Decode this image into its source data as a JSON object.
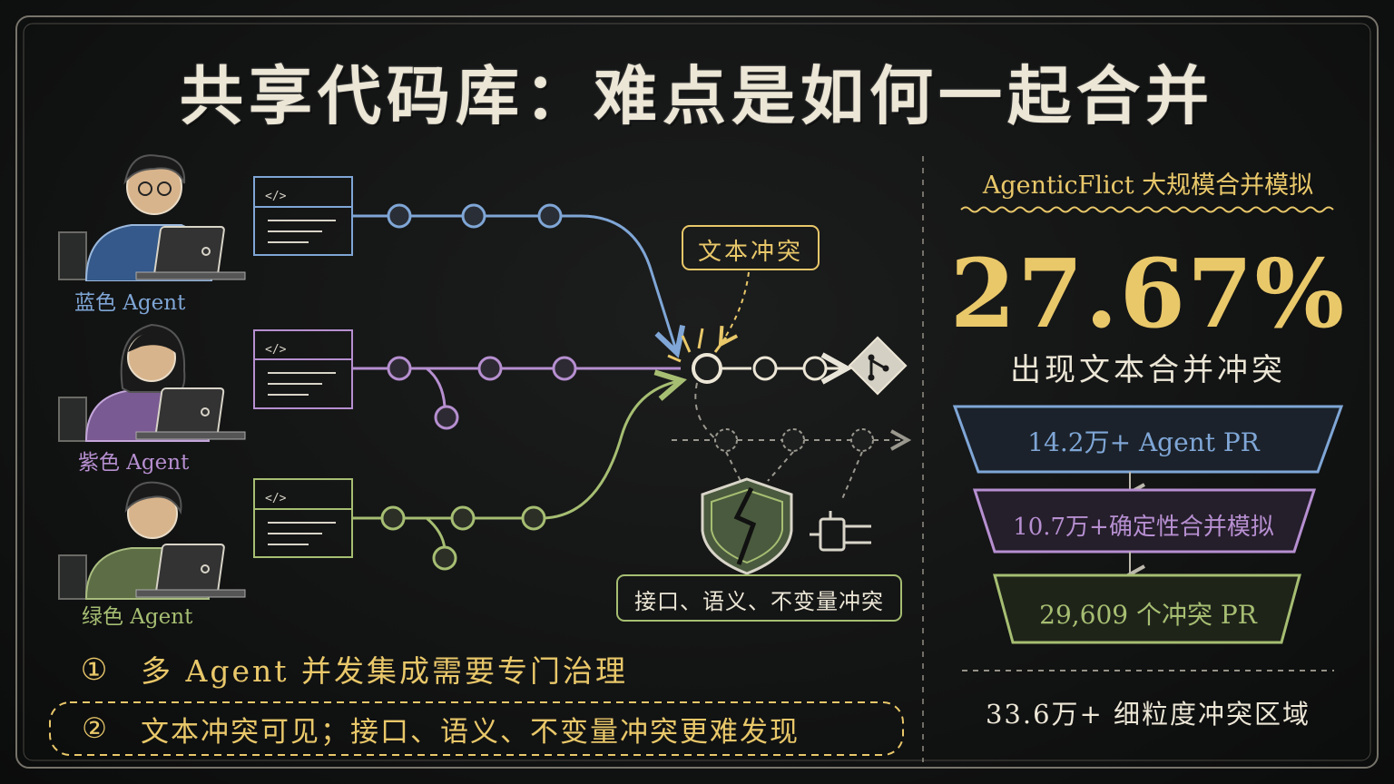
{
  "title": "共享代码库：难点是如何一起合并",
  "agents": [
    {
      "label": "蓝色 Agent",
      "color": "#7fa6d6"
    },
    {
      "label": "紫色 Agent",
      "color": "#b68fd0"
    },
    {
      "label": "绿色 Agent",
      "color": "#a6be72"
    }
  ],
  "code_icon_glyph": "</>",
  "callouts": {
    "text_conflict": "文本冲突",
    "hidden_conflict": "接口、语义、不变量冲突"
  },
  "stats": {
    "title": "AgenticFlict 大规模合并模拟",
    "percent": "27.67%",
    "percent_caption": "出现文本合并冲突",
    "funnel": [
      {
        "label": "14.2万+ Agent PR",
        "color": "#7fa6d6"
      },
      {
        "label": "10.7万+确定性合并模拟",
        "color": "#b68fd0"
      },
      {
        "label": "29,609 个冲突 PR",
        "color": "#a6be72"
      }
    ],
    "bottom": "33.6万+ 细粒度冲突区域"
  },
  "points": [
    {
      "num": "①",
      "text": "多 Agent 并发集成需要专门治理"
    },
    {
      "num": "②",
      "text": "文本冲突可见；接口、语义、不变量冲突更难发现"
    }
  ],
  "colors": {
    "accent": "#e9c86a",
    "chalk": "#ece6d6"
  }
}
